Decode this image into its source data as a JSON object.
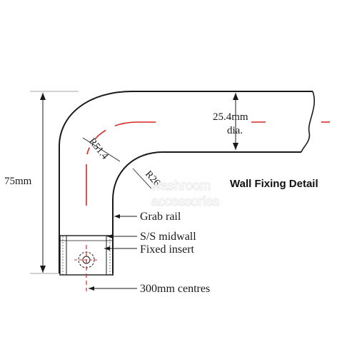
{
  "labels": {
    "diameter_value": "25.4mm",
    "diameter_unit": "dia.",
    "outer_radius": "R51.4",
    "inner_radius": "R26",
    "height": "75mm",
    "grab_rail": "Grab rail",
    "midwall": "S/S midwall",
    "fixed_insert": "Fixed insert",
    "centres": "300mm centres"
  },
  "title": "Wall Fixing Detail",
  "watermark": {
    "line1": "washroom",
    "line2": "accessories"
  },
  "colors": {
    "outline": "#1a1a1a",
    "centerline": "#d62828",
    "watermark_stroke": "#c8c8c8"
  }
}
